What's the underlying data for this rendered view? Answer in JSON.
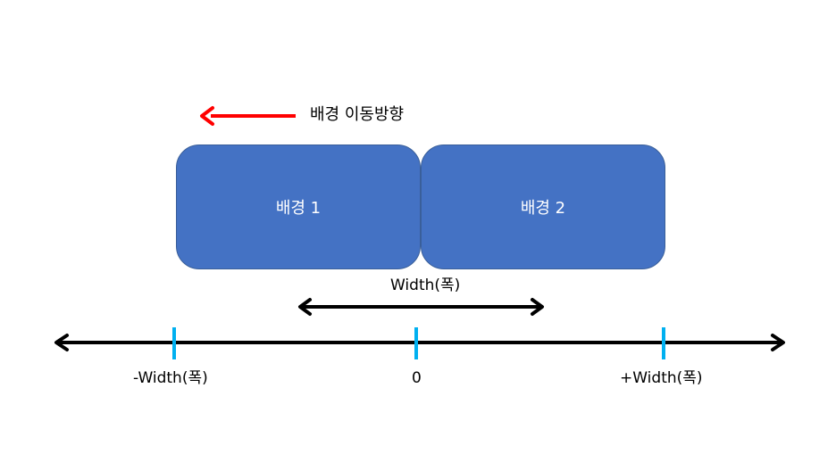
{
  "colors": {
    "box_fill": "#4472c4",
    "direction_arrow": "#ff0000",
    "tick": "#00b0f0",
    "axis": "#000000"
  },
  "direction": {
    "label": "배경 이동방향"
  },
  "backgrounds": [
    {
      "label": "배경 1"
    },
    {
      "label": "배경 2"
    }
  ],
  "width_span": {
    "label": "Width(폭)"
  },
  "axis": {
    "ticks": [
      {
        "label": "-Width(폭)"
      },
      {
        "label": "0"
      },
      {
        "label": "+Width(폭)"
      }
    ]
  }
}
